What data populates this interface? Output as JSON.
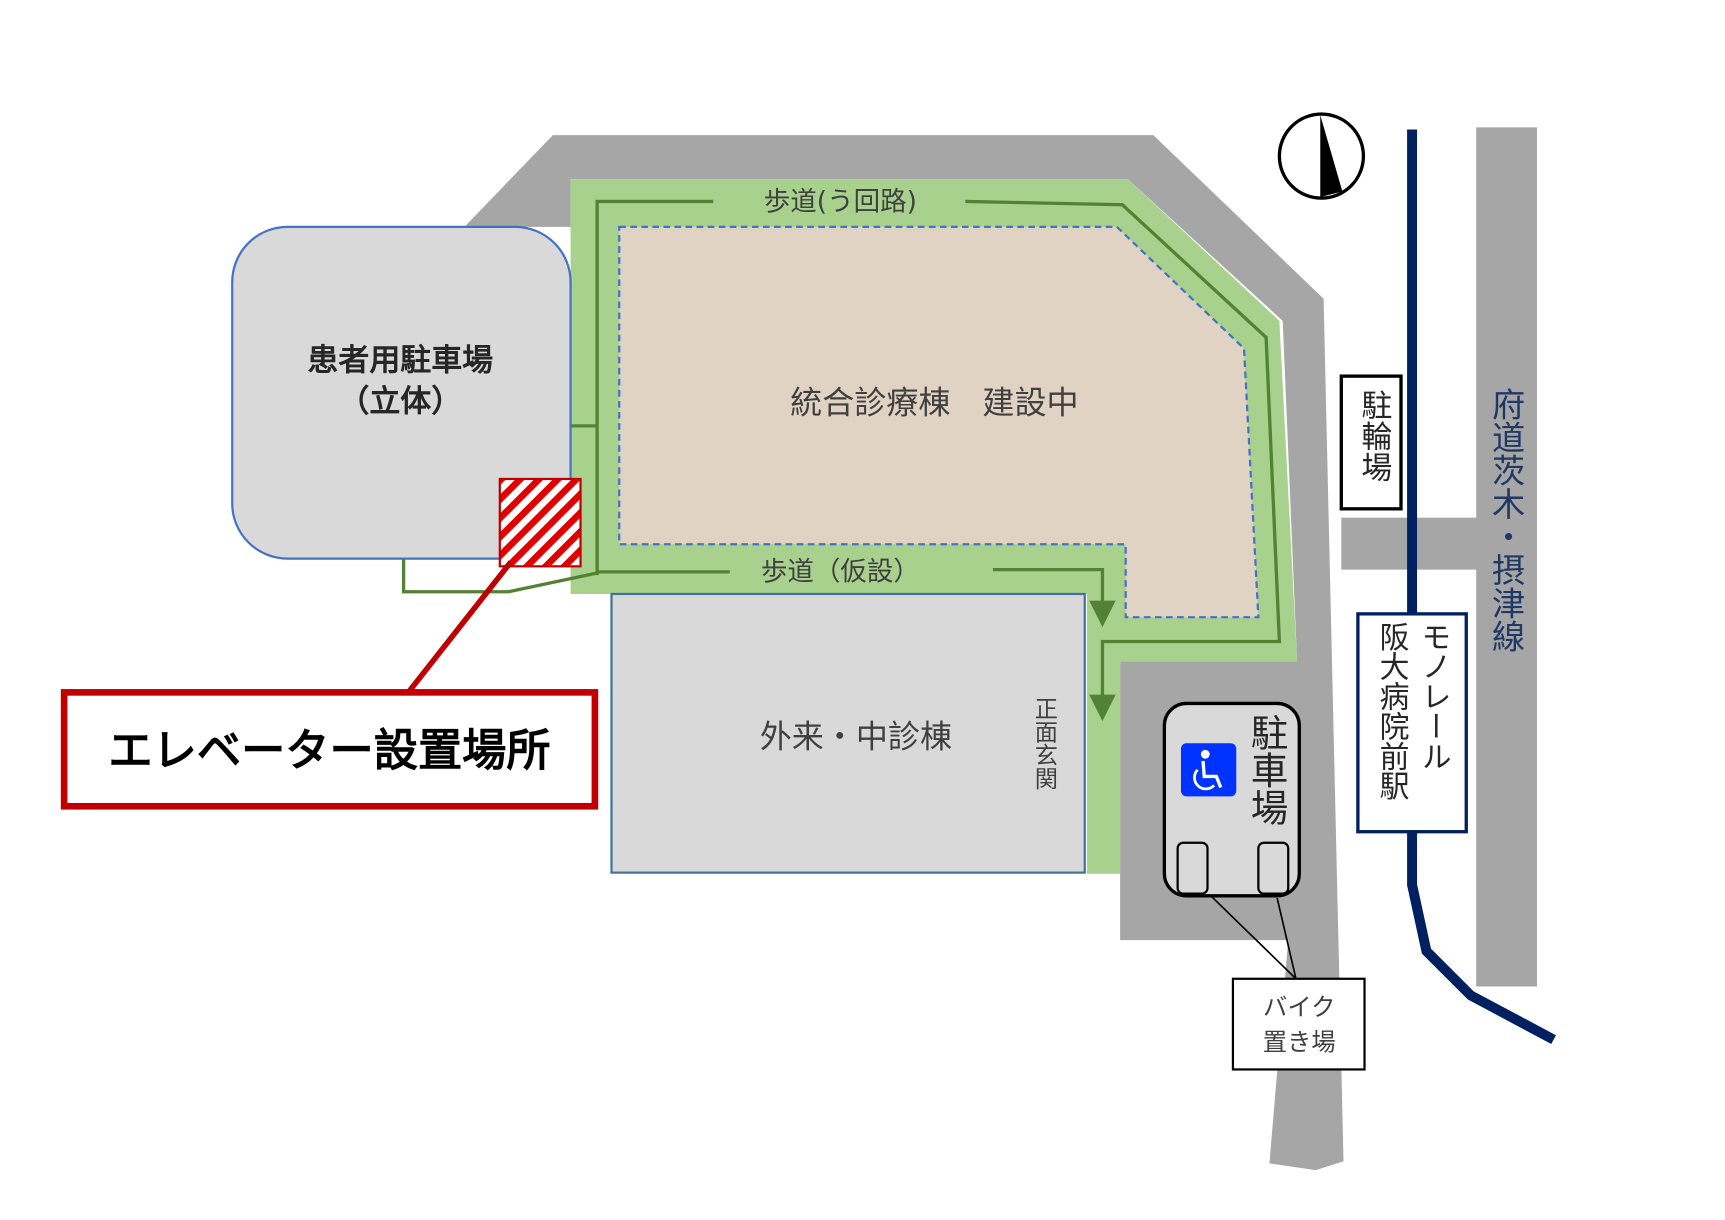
{
  "colors": {
    "road": "#a6a6a6",
    "sidewalk": "#a9d18e",
    "path": "#548235",
    "construction": "#e0d3c3",
    "building": "#d9d9d9",
    "building_border": "#4472c4",
    "highlight": "#c00000",
    "monorail": "#002060",
    "accessible": "#0033ff"
  },
  "labels": {
    "detour_sidewalk": "歩道(う回路)",
    "temp_sidewalk": "歩道（仮設）",
    "construction_building": "統合診療棟　建設中",
    "patient_parking_line1": "患者用駐車場",
    "patient_parking_line2": "（立体）",
    "outpatient_building": "外来・中診棟",
    "main_entrance": "正面玄関",
    "elevator_location": "エレベーター設置場所",
    "bicycle_parking": "駐輪場",
    "accessible_parking": "駐車場",
    "motorbike_parking_line1": "バイク",
    "motorbike_parking_line2": "置き場",
    "monorail": "モノレール",
    "station": "阪大病院前駅",
    "prefectural_road": "府道茨木・摂津線"
  },
  "icons": [
    "north-arrow-icon",
    "wheelchair-icon",
    "arrow-icon"
  ]
}
